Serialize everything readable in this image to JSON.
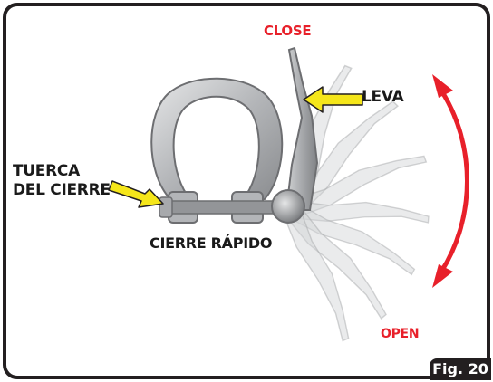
{
  "labels": {
    "close": "CLOSE",
    "open": "OPEN",
    "leva": "LEVA",
    "tuerca_line1": "TUERCA",
    "tuerca_line2": "DEL CIERRE",
    "cierre_rapido": "CIERRE RÁPIDO"
  },
  "figure_badge": "Fig. 20",
  "colors": {
    "red_accent": "#e8202a",
    "pointer_yellow": "#f5e61a",
    "metal_gray": "#a7a9ac",
    "frame_border": "#231f20"
  }
}
